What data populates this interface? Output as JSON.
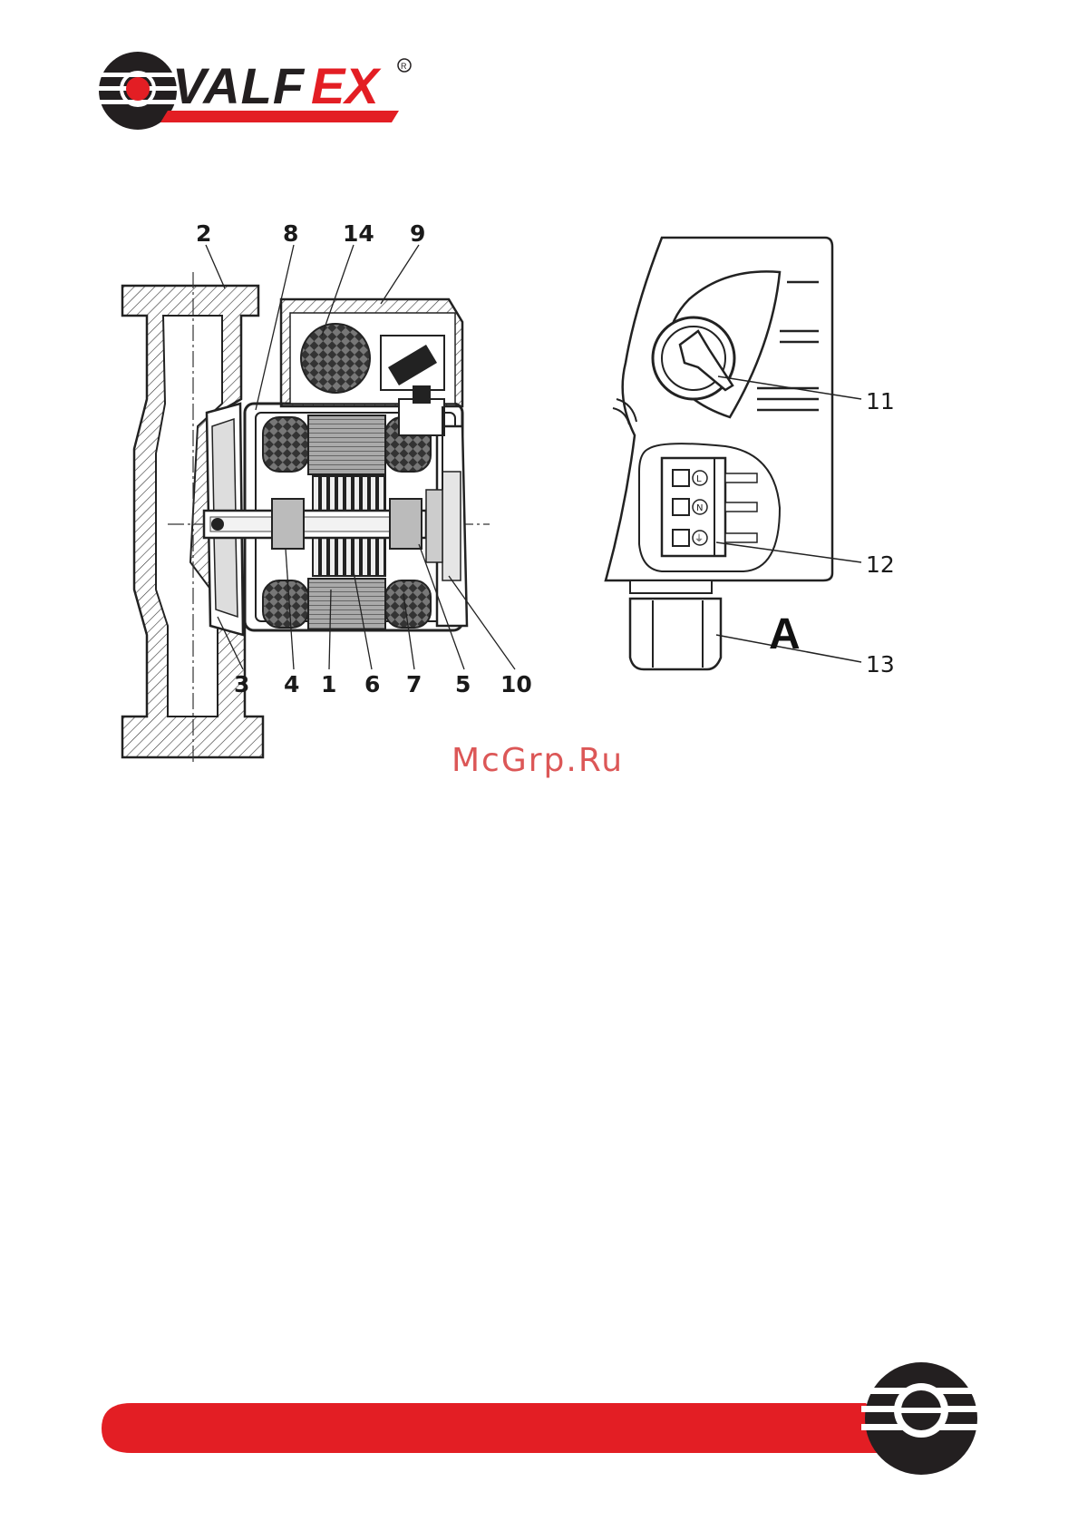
{
  "brand": {
    "logo_text": "VALFEX",
    "registered_mark": "®",
    "accent_color": "#e31e24"
  },
  "figure_left": {
    "callouts": {
      "c2": "2",
      "c8": "8",
      "c14": "14",
      "c9": "9",
      "c3": "3",
      "c4": "4",
      "c1": "1",
      "c6": "6",
      "c7": "7",
      "c5": "5",
      "c10": "10"
    }
  },
  "figure_right": {
    "view_letter": "A",
    "callouts": {
      "c11": "11",
      "c12": "12",
      "c13": "13"
    },
    "terminal_symbols": [
      "L",
      "N",
      "⏚"
    ]
  },
  "watermark": "McGrp.Ru",
  "footer": {
    "bar_color": "#e31e24",
    "icon": "valfex-emblem-icon"
  }
}
